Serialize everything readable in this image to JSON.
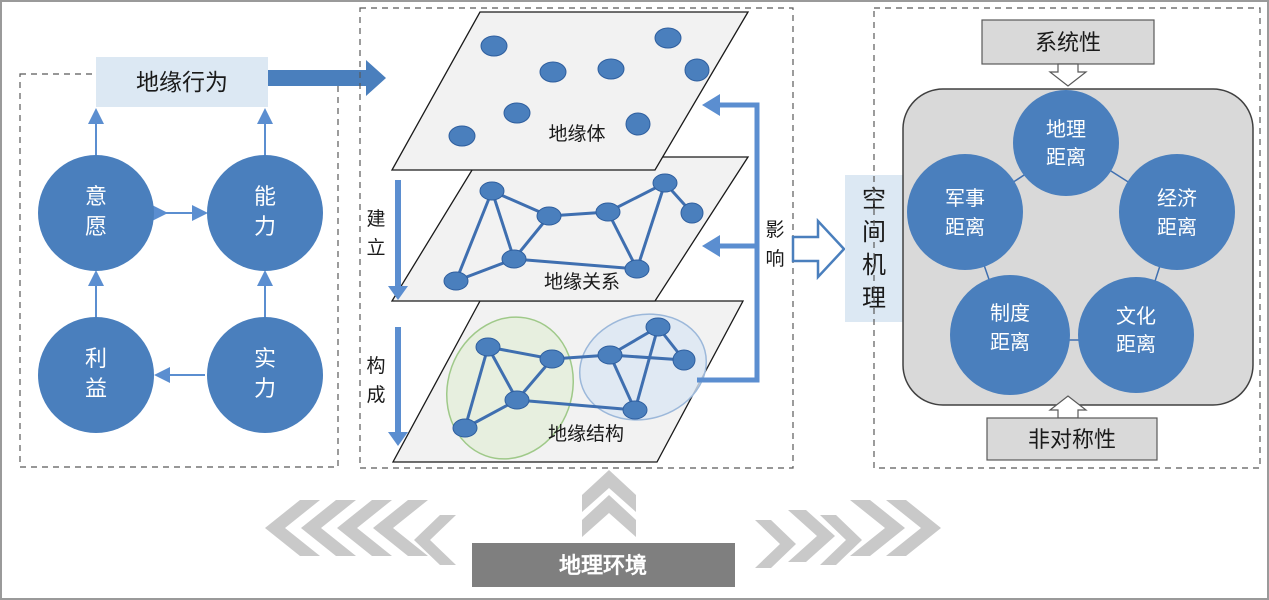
{
  "left_panel": {
    "behavior_label": "地缘行为",
    "circles": {
      "will": [
        "意",
        "愿"
      ],
      "ability": [
        "能",
        "力"
      ],
      "interest": [
        "利",
        "益"
      ],
      "strength": [
        "实",
        "力"
      ]
    }
  },
  "middle_panel": {
    "layers": {
      "top": "地缘体",
      "middle": "地缘关系",
      "bottom": "地缘结构"
    },
    "build_label": [
      "建",
      "立"
    ],
    "form_label": [
      "构",
      "成"
    ],
    "influence_label": [
      "影",
      "响"
    ]
  },
  "mechanism_label": [
    "空",
    "间",
    "机",
    "理"
  ],
  "right_panel": {
    "top_box": "系统性",
    "bottom_box": "非对称性",
    "distances": {
      "geography": [
        "地理",
        "距离"
      ],
      "economy": [
        "经济",
        "距离"
      ],
      "culture": [
        "文化",
        "距离"
      ],
      "institution": [
        "制度",
        "距离"
      ],
      "military": [
        "军事",
        "距离"
      ]
    }
  },
  "environment_label": "地理环境",
  "colors": {
    "node_blue": "#4a7fbd",
    "arrow_blue": "#5b8ed0",
    "label_bg": "#dce8f3",
    "grey_box": "#d9d9d9",
    "dark_grey": "#7f7f7f",
    "chevron_grey": "#c9c9c9"
  }
}
